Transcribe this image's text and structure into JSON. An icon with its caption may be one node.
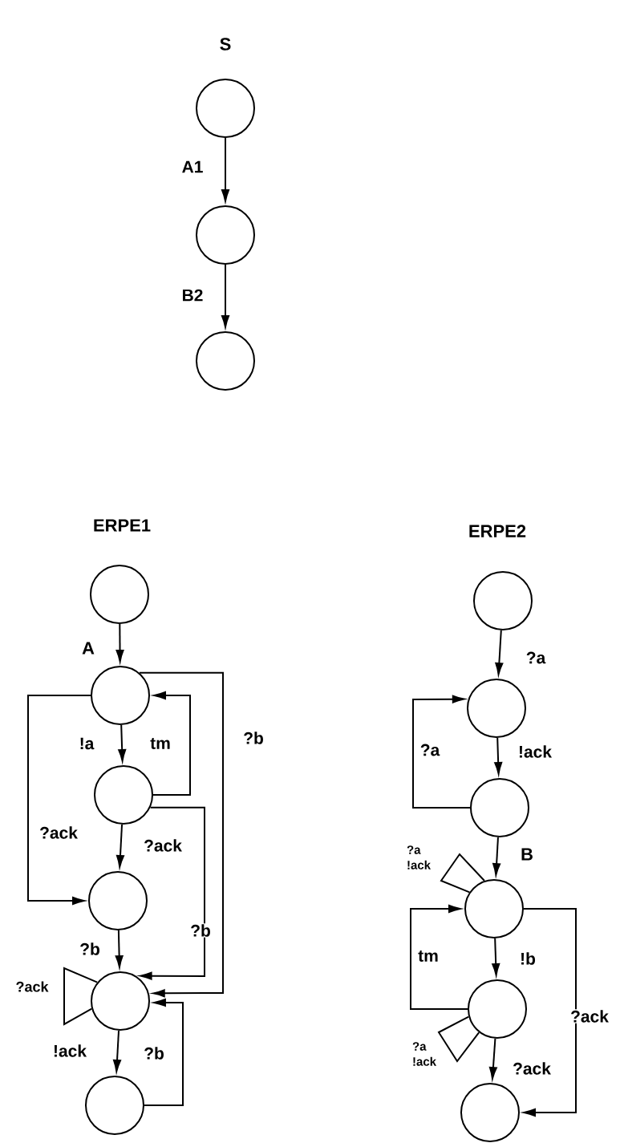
{
  "diagram": {
    "nodes": [
      {
        "text": [],
        "shape": "circle"
      },
      {
        "text": [],
        "shape": "circle"
      },
      {
        "text": [],
        "shape": "circle"
      },
      {
        "text": [],
        "shape": "circle"
      },
      {
        "text": [],
        "shape": "circle",
        "beside": [
          "A"
        ]
      },
      {
        "text": [],
        "shape": "circle"
      },
      {
        "text": [],
        "shape": "circle"
      },
      {
        "text": [],
        "shape": "circle"
      },
      {
        "text": [],
        "shape": "circle"
      },
      {
        "text": [],
        "shape": "circle"
      },
      {
        "text": [],
        "shape": "circle"
      },
      {
        "text": [],
        "shape": "circle"
      },
      {
        "text": [],
        "shape": "circle",
        "beside": [
          "B"
        ]
      },
      {
        "text": [],
        "shape": "circle"
      },
      {
        "text": [],
        "shape": "circle"
      }
    ],
    "edges": [
      {
        "from": 0,
        "to": 1,
        "arrow": "to",
        "label": "A1"
      },
      {
        "from": 1,
        "to": 2,
        "arrow": "to",
        "label": "B2"
      },
      {
        "from": 3,
        "to": 4,
        "arrow": "to"
      },
      {
        "from": 4,
        "to": 5,
        "arrow": "to",
        "label": "!a"
      },
      {
        "from": 5,
        "to": 4,
        "arrow": "to",
        "label": "tm"
      },
      {
        "from": 4,
        "to": 6,
        "arrow": "to",
        "label": "?ack"
      },
      {
        "from": 5,
        "to": 6,
        "arrow": "to",
        "label": "?ack"
      },
      {
        "from": 5,
        "to": 7,
        "arrow": "to",
        "label": "?b"
      },
      {
        "from": 4,
        "to": 7,
        "arrow": "to",
        "label": "?b"
      },
      {
        "from": 6,
        "to": 7,
        "arrow": "to",
        "label": "?b"
      },
      {
        "from": 7,
        "to": 7,
        "arrow": "none",
        "label": "?ack"
      },
      {
        "from": 7,
        "to": 8,
        "arrow": "to",
        "label": "!ack"
      },
      {
        "from": 8,
        "to": 7,
        "arrow": "to",
        "label": "?b"
      },
      {
        "from": 9,
        "to": 10,
        "arrow": "to",
        "label": "?a"
      },
      {
        "from": 10,
        "to": 11,
        "arrow": "to",
        "label": "!ack"
      },
      {
        "from": 11,
        "to": 10,
        "arrow": "to",
        "label": "?a"
      },
      {
        "from": 11,
        "to": 12,
        "arrow": "to"
      },
      {
        "from": 12,
        "to": 12,
        "arrow": "none",
        "label": "?a !ack"
      },
      {
        "from": 12,
        "to": 13,
        "arrow": "to",
        "label": "!b"
      },
      {
        "from": 13,
        "to": 12,
        "arrow": "to",
        "label": "tm"
      },
      {
        "from": 13,
        "to": 13,
        "arrow": "none",
        "label": "?a !ack"
      },
      {
        "from": 13,
        "to": 14,
        "arrow": "to",
        "label": "?ack"
      },
      {
        "from": 12,
        "to": 14,
        "arrow": "to",
        "label": "?ack"
      }
    ],
    "labels": [
      "S",
      "ERPE1",
      "ERPE2"
    ]
  }
}
